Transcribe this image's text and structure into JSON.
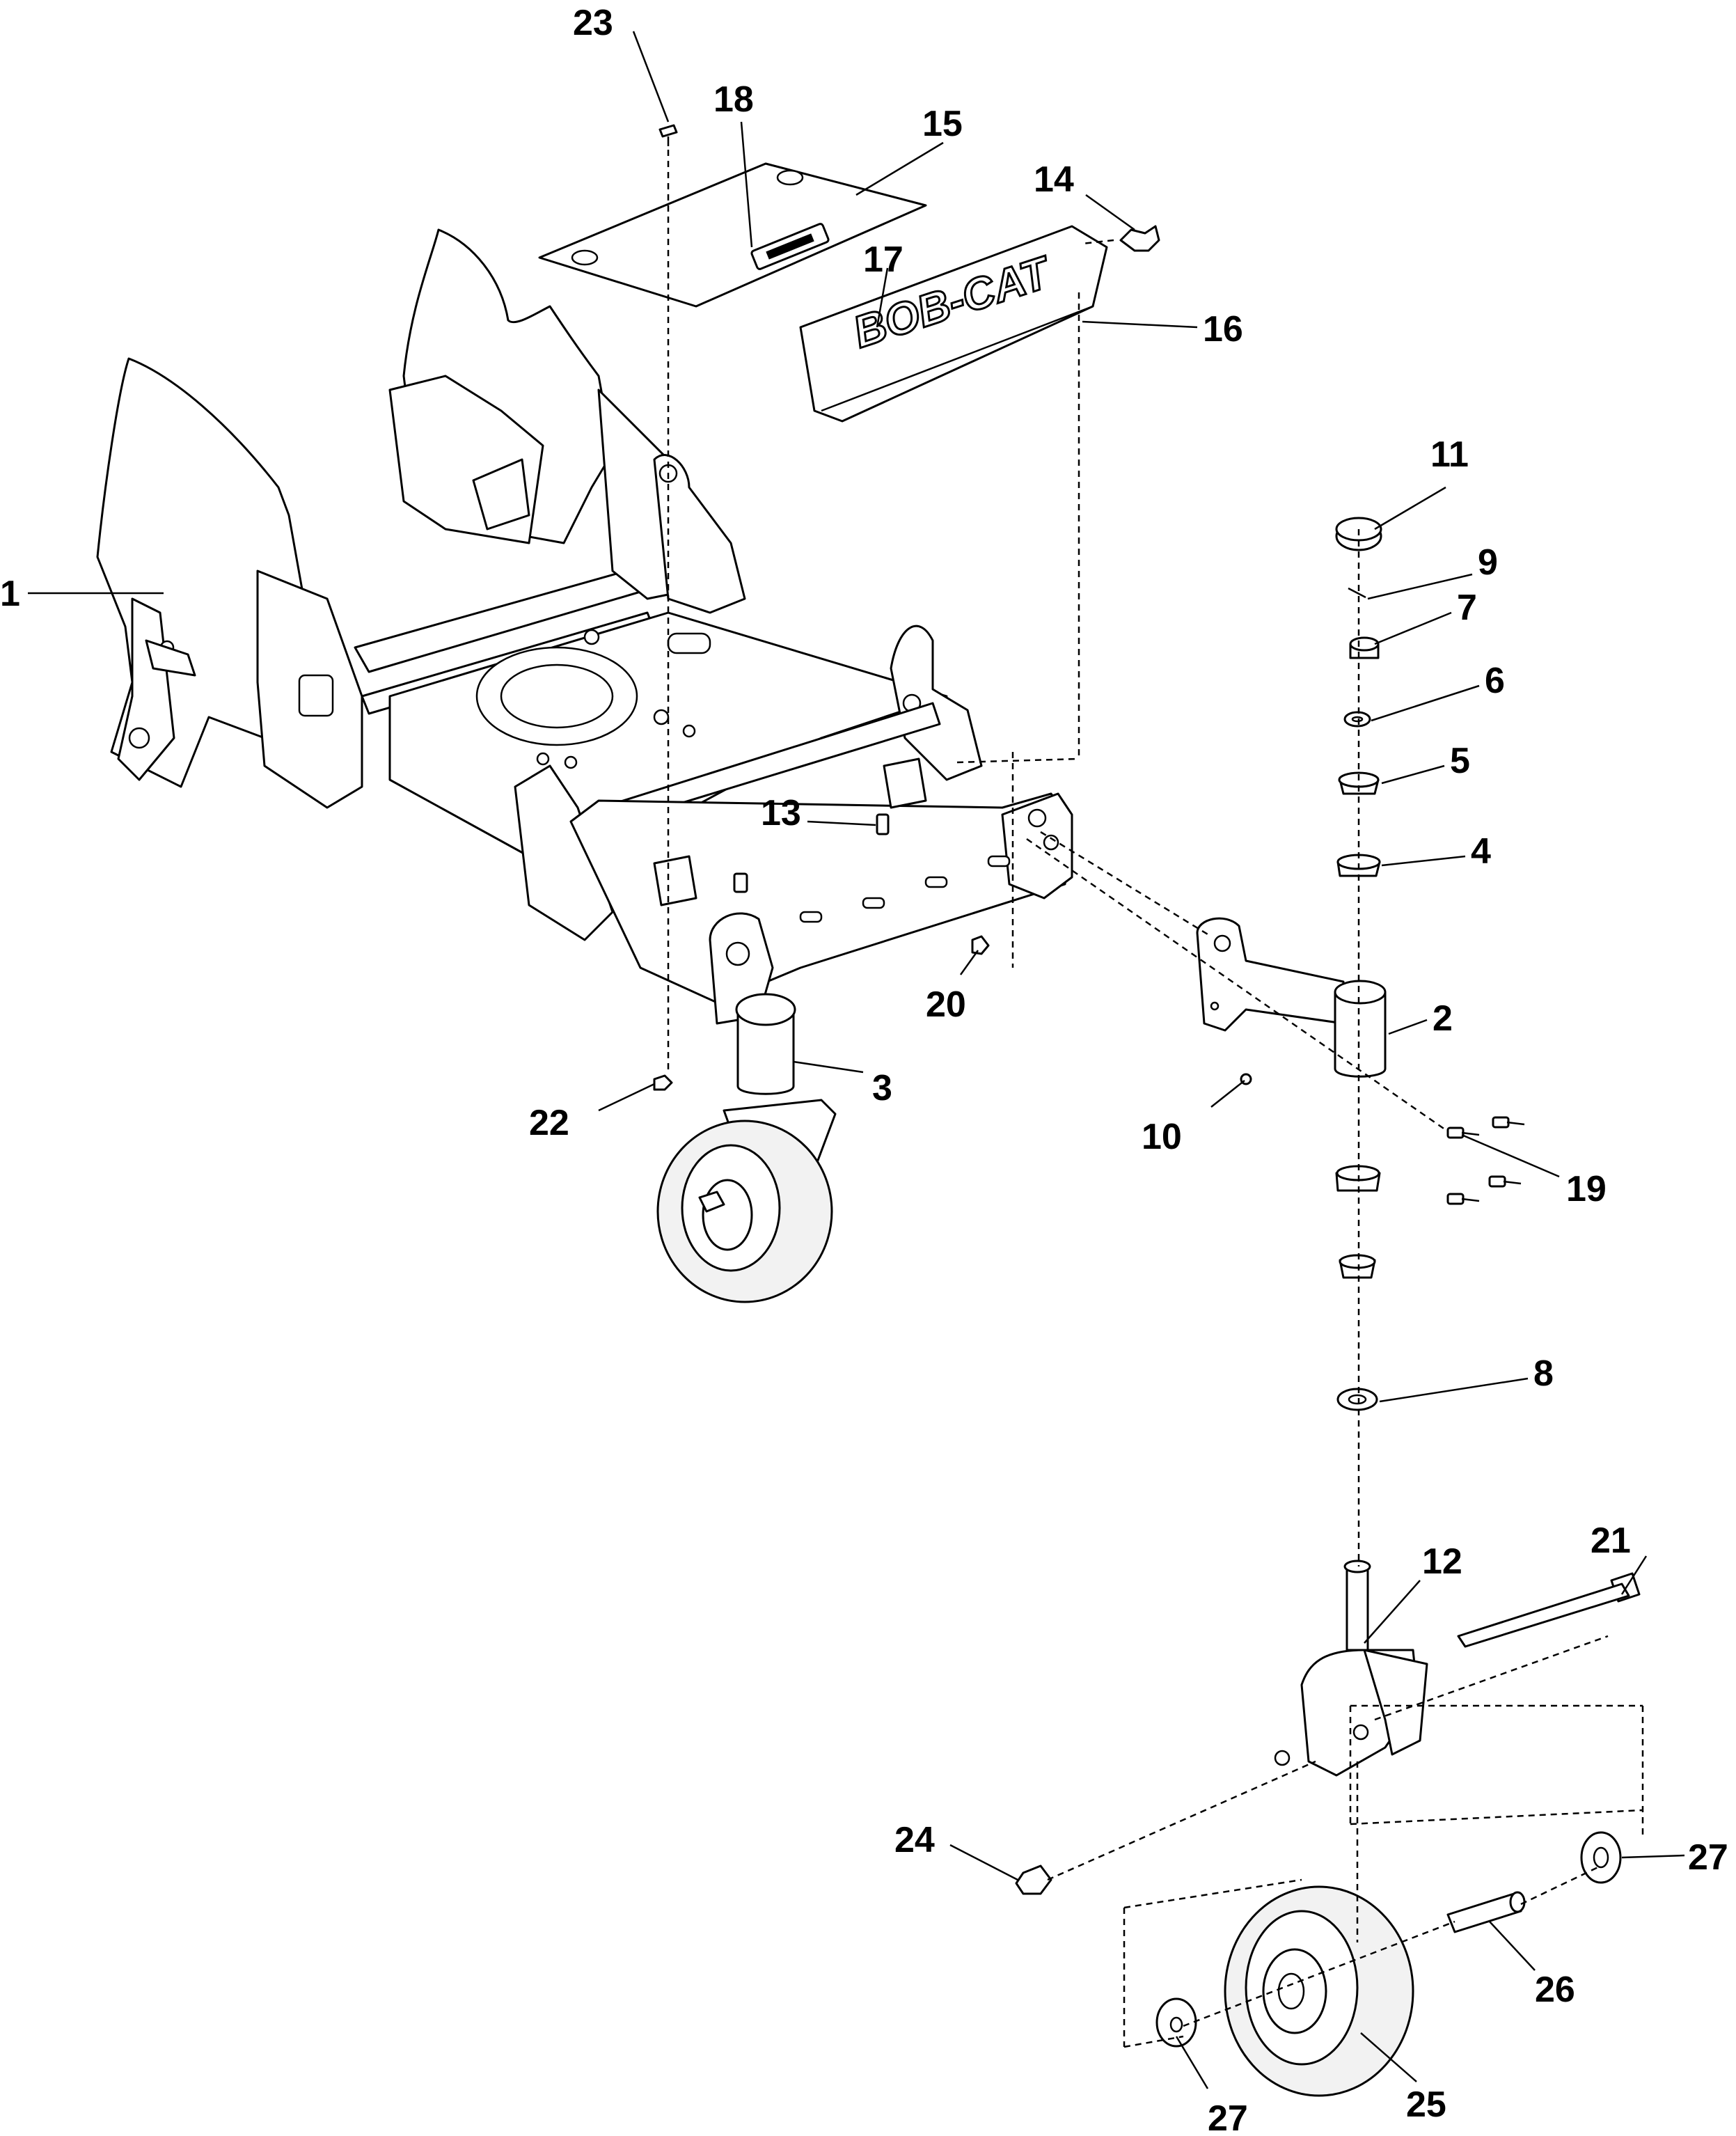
{
  "figure": {
    "logo_text": "BOB-CAT"
  },
  "callouts": [
    {
      "id": "c1",
      "label": "1"
    },
    {
      "id": "c2",
      "label": "2"
    },
    {
      "id": "c3",
      "label": "3"
    },
    {
      "id": "c4",
      "label": "4"
    },
    {
      "id": "c5",
      "label": "5"
    },
    {
      "id": "c6",
      "label": "6"
    },
    {
      "id": "c7",
      "label": "7"
    },
    {
      "id": "c8",
      "label": "8"
    },
    {
      "id": "c9",
      "label": "9"
    },
    {
      "id": "c10",
      "label": "10"
    },
    {
      "id": "c11",
      "label": "11"
    },
    {
      "id": "c12",
      "label": "12"
    },
    {
      "id": "c13",
      "label": "13"
    },
    {
      "id": "c14",
      "label": "14"
    },
    {
      "id": "c15",
      "label": "15"
    },
    {
      "id": "c16",
      "label": "16"
    },
    {
      "id": "c17",
      "label": "17"
    },
    {
      "id": "c18",
      "label": "18"
    },
    {
      "id": "c19",
      "label": "19"
    },
    {
      "id": "c20",
      "label": "20"
    },
    {
      "id": "c21",
      "label": "21"
    },
    {
      "id": "c22",
      "label": "22"
    },
    {
      "id": "c23",
      "label": "23"
    },
    {
      "id": "c24",
      "label": "24"
    },
    {
      "id": "c25",
      "label": "25"
    },
    {
      "id": "c26",
      "label": "26"
    },
    {
      "id": "c27a",
      "label": "27"
    },
    {
      "id": "c27b",
      "label": "27"
    }
  ]
}
